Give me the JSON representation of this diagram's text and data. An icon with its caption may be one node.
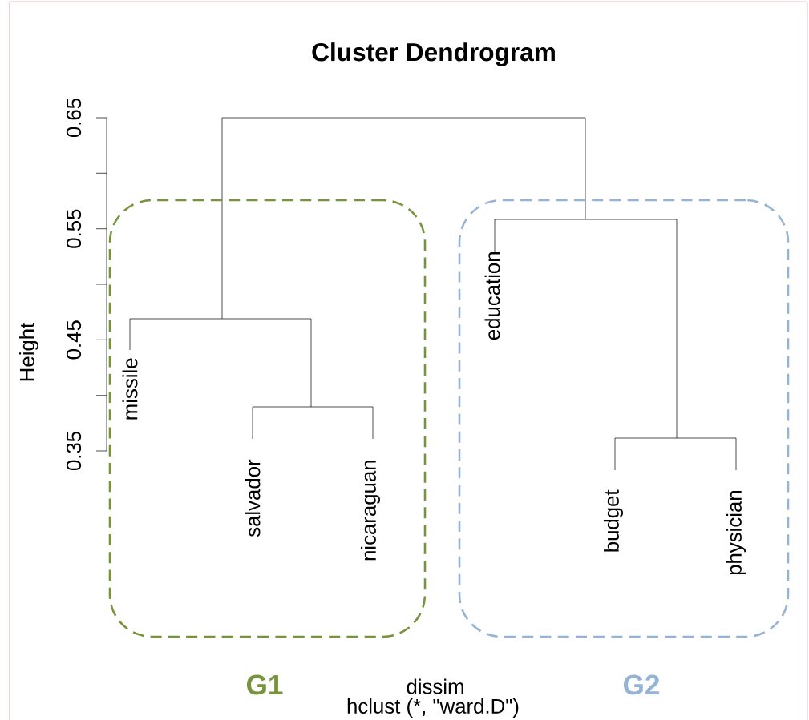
{
  "diagram": {
    "title": "Cluster Dendrogram",
    "nodes": [
      {
        "text": [
          "G1"
        ]
      },
      {
        "text": [
          "missile"
        ],
        "in": 0
      },
      {
        "text": [
          "salvador"
        ],
        "in": 0
      },
      {
        "text": [
          "nicaraguan"
        ],
        "in": 0
      },
      {
        "text": [
          "G2"
        ]
      },
      {
        "text": [
          "education"
        ],
        "in": 4
      },
      {
        "text": [
          "budget"
        ],
        "in": 4
      },
      {
        "text": [
          "physician"
        ],
        "in": 4
      }
    ],
    "edges": [],
    "labels": [
      "0.65",
      "0.55",
      "0.45",
      "0.35",
      "Height",
      "dissim",
      "hclust (*, \"ward.D\")"
    ]
  }
}
